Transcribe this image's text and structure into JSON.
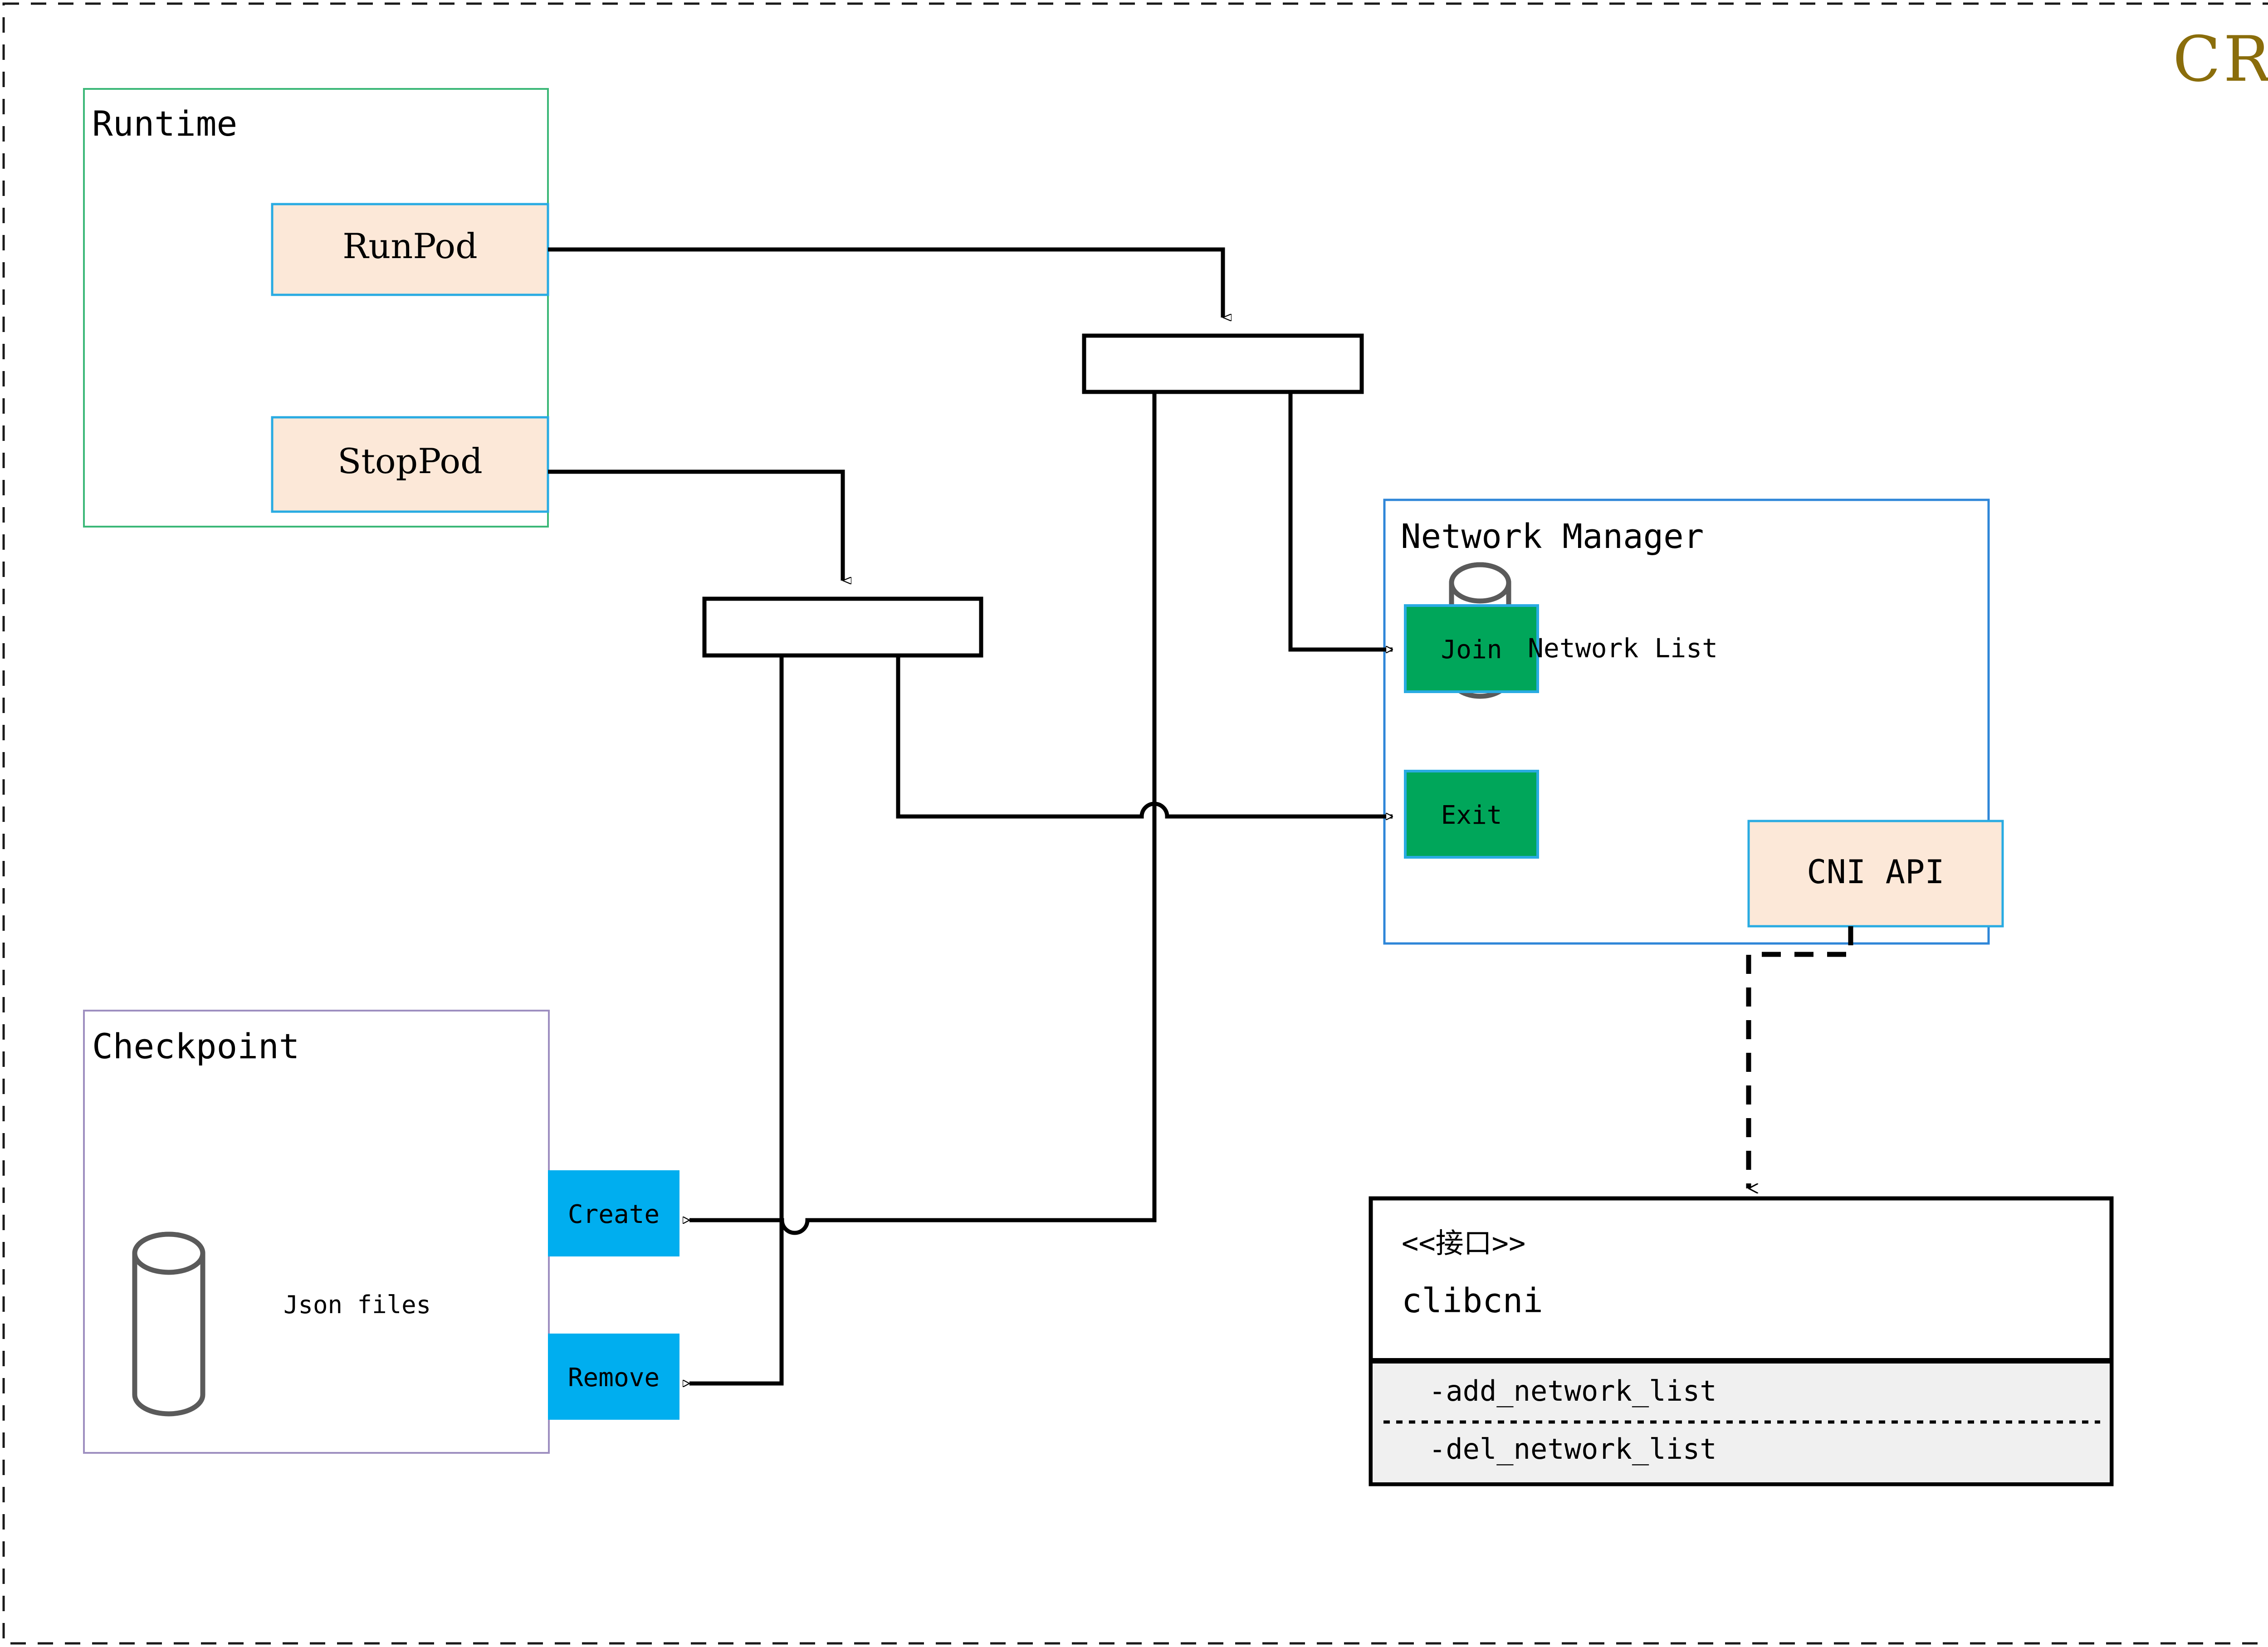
{
  "diagram": {
    "title": "CRI",
    "title_color": "#8a6d0b",
    "outer_border": "dashed"
  },
  "runtime_group": {
    "label": "Runtime",
    "border_color": "#3cb878",
    "items": [
      {
        "label": "RunPod",
        "fill": "#fce8d8",
        "border": "#29abe2"
      },
      {
        "label": "StopPod",
        "fill": "#fce8d8",
        "border": "#29abe2"
      }
    ]
  },
  "forks": [
    {
      "name": "fork-top",
      "label": ""
    },
    {
      "name": "fork-bottom",
      "label": ""
    }
  ],
  "network_manager": {
    "label": "Network Manager",
    "border_color": "#2e86d8",
    "store": {
      "label": "Network List",
      "shape": "cylinder",
      "color": "#5a5a5a"
    },
    "ports": [
      {
        "label": "Join",
        "fill": "#00a65a",
        "border": "#29abe2"
      },
      {
        "label": "Exit",
        "fill": "#00a65a",
        "border": "#29abe2"
      }
    ],
    "api": {
      "label": "CNI API",
      "fill": "#fce8d8",
      "border": "#29abe2"
    }
  },
  "checkpoint_group": {
    "label": "Checkpoint",
    "border_color": "#9e8fc0",
    "store": {
      "label": "Json files",
      "shape": "cylinder",
      "color": "#5a5a5a"
    },
    "items": [
      {
        "label": "Create",
        "fill": "#00aeef"
      },
      {
        "label": "Remove",
        "fill": "#00aeef"
      }
    ]
  },
  "interface_box": {
    "stereotype": "<<接口>>",
    "name": "clibcni",
    "methods_fill": "#f0f0f0",
    "methods": [
      "-add_network_list",
      "-del_network_list"
    ]
  }
}
